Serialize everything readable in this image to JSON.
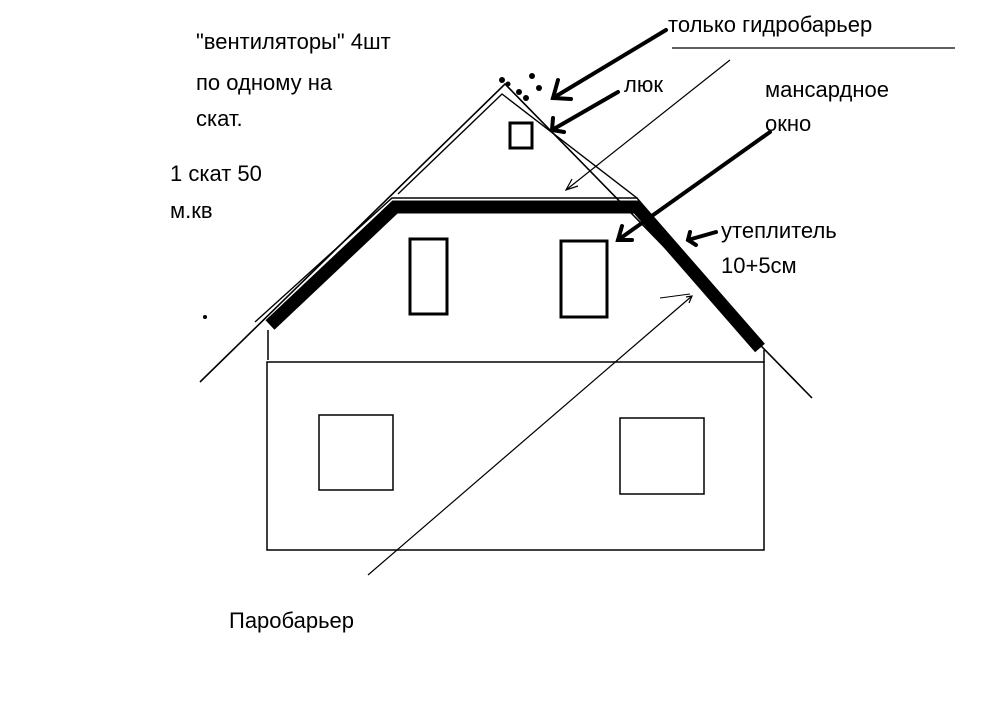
{
  "labels": {
    "ventilators_1": "\"вентиляторы\" 4шт",
    "ventilators_2": "по одному на",
    "ventilators_3": "скат.",
    "slope_area_1": "1 скат 50",
    "slope_area_2": "м.кв",
    "hydro_barrier": "только гидробарьер",
    "hatch": "люк",
    "attic_window_1": "мансардное",
    "attic_window_2": "окно",
    "insulation_1": "утеплитель",
    "insulation_2": "10+5см",
    "vapor_barrier": "Паробарьер"
  },
  "colors": {
    "ink": "#000000",
    "paper": "#ffffff"
  }
}
